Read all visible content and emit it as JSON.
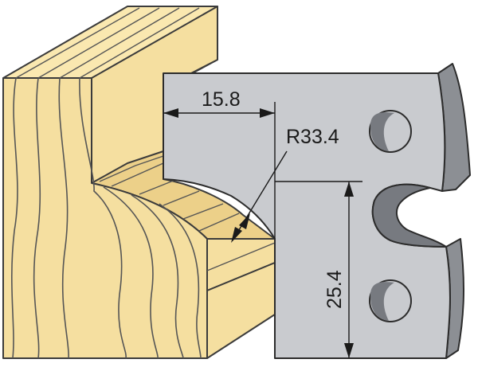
{
  "dimensions": {
    "width_label": "15.8",
    "radius_label": "R33.4",
    "height_label": "25.4"
  },
  "colors": {
    "wood_face": "#f5dfa0",
    "wood_top": "#fae8b0",
    "wood_shadow": "#ecd089",
    "wood_outline": "#3b3b3b",
    "blade_face": "#c9cbcf",
    "blade_side": "#8c8f94",
    "blade_hole": "#777a80",
    "outline": "#2c2c2c"
  }
}
